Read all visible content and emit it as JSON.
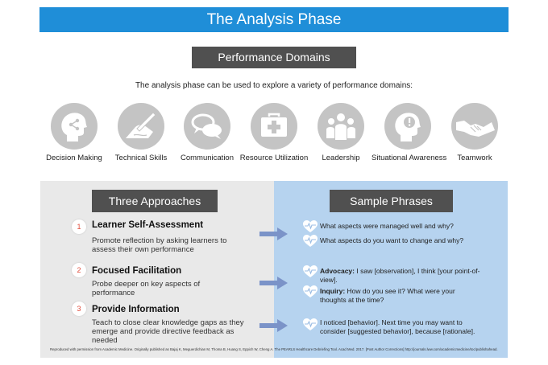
{
  "header": {
    "title": "The Analysis Phase"
  },
  "performance": {
    "banner": "Performance Domains",
    "intro": "The analysis phase can be used to explore a variety of performance domains:",
    "domains": [
      {
        "label": "Decision Making",
        "icon": "head-network-icon"
      },
      {
        "label": "Technical Skills",
        "icon": "hand-writing-icon"
      },
      {
        "label": "Communication",
        "icon": "speech-bubbles-icon"
      },
      {
        "label": "Resource Utilization",
        "icon": "medical-kit-icon"
      },
      {
        "label": "Leadership",
        "icon": "group-icon"
      },
      {
        "label": "Situational Awareness",
        "icon": "head-alert-icon"
      },
      {
        "label": "Teamwork",
        "icon": "handshake-icon"
      }
    ]
  },
  "approaches": {
    "banner": "Three Approaches",
    "items": [
      {
        "number": "1",
        "title": "Learner Self-Assessment",
        "description": "Promote reflection by asking learners to assess their own performance"
      },
      {
        "number": "2",
        "title": "Focused Facilitation",
        "description": "Probe deeper on key aspects of performance"
      },
      {
        "number": "3",
        "title": "Provide Information",
        "description": "Teach to close clear knowledge gaps as they emerge and provide directive feedback as needed"
      }
    ]
  },
  "phrases": {
    "banner": "Sample Phrases",
    "items": [
      {
        "lead": "",
        "text": "What aspects were managed well and why?"
      },
      {
        "lead": "",
        "text": "What aspects do you want to change and why?"
      },
      {
        "lead": "Advocacy:",
        "text": "I saw [observation], I think [your point-of-view]."
      },
      {
        "lead": "Inquiry:",
        "text": "How do you see it? What were your thoughts at the time?"
      },
      {
        "lead": "",
        "text": "I noticed [behavior]. Next time you may want to consider [suggested behavior], because [rationale]."
      }
    ]
  },
  "footer": "Reproduced with permission from Academic Medicine. Originally published as Bajaj K, Meguerdichian M, Thoma B, Huang S, Eppich W, Cheng A. The PEARLS Healthcare Debriefing Tool. Acad Med. 2017. [Post Author Corrections] http://journals.lww.com/academicmedicine/toc/publishahead.",
  "colors": {
    "title_blue": "#1f8ed8",
    "dark_banner": "#505050",
    "left_panel": "#e9e9e9",
    "right_panel": "#b6d3ef",
    "arrow": "#7b93c8",
    "icon_circle": "#c4c4c4",
    "number": "#e04a3a"
  }
}
